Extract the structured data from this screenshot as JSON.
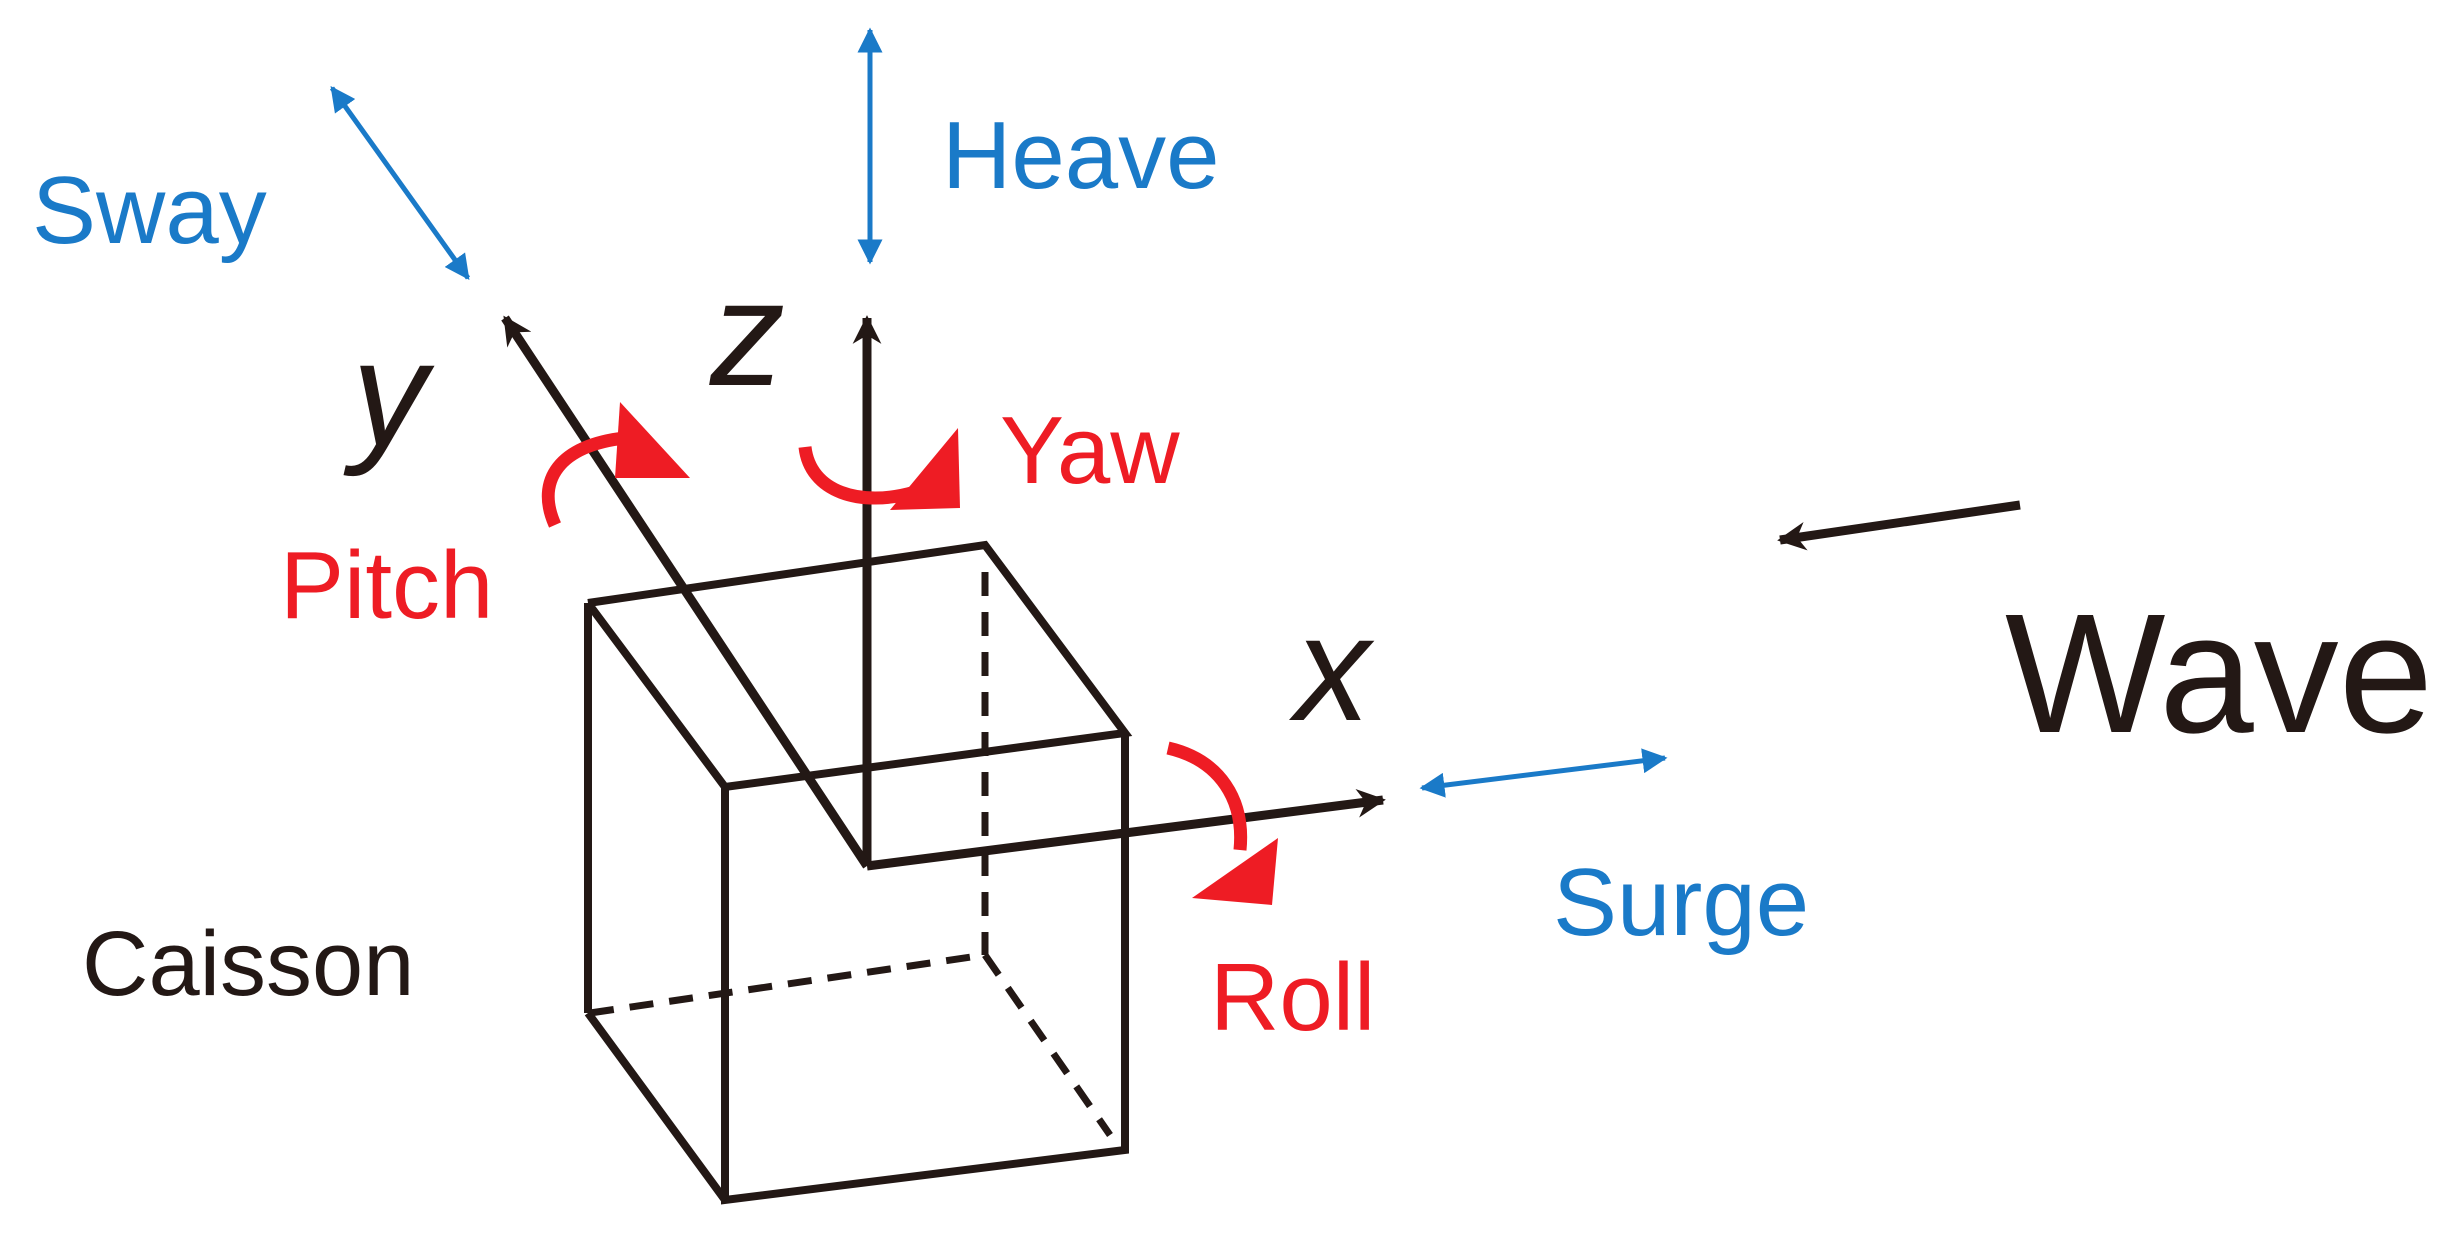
{
  "colors": {
    "motion_translation": "#1a7ac8",
    "motion_rotation": "#ee1c24",
    "structure": "#231815"
  },
  "axes": {
    "x": "x",
    "y": "y",
    "z": "z"
  },
  "translations": {
    "surge": "Surge",
    "sway": "Sway",
    "heave": "Heave"
  },
  "rotations": {
    "roll": "Roll",
    "pitch": "Pitch",
    "yaw": "Yaw"
  },
  "structure_label": "Caisson",
  "wave_label": "Wave",
  "icons": {
    "wave_direction": "arrow-left-icon",
    "translation": "double-arrow-icon",
    "rotation": "curved-arrow-icon"
  }
}
